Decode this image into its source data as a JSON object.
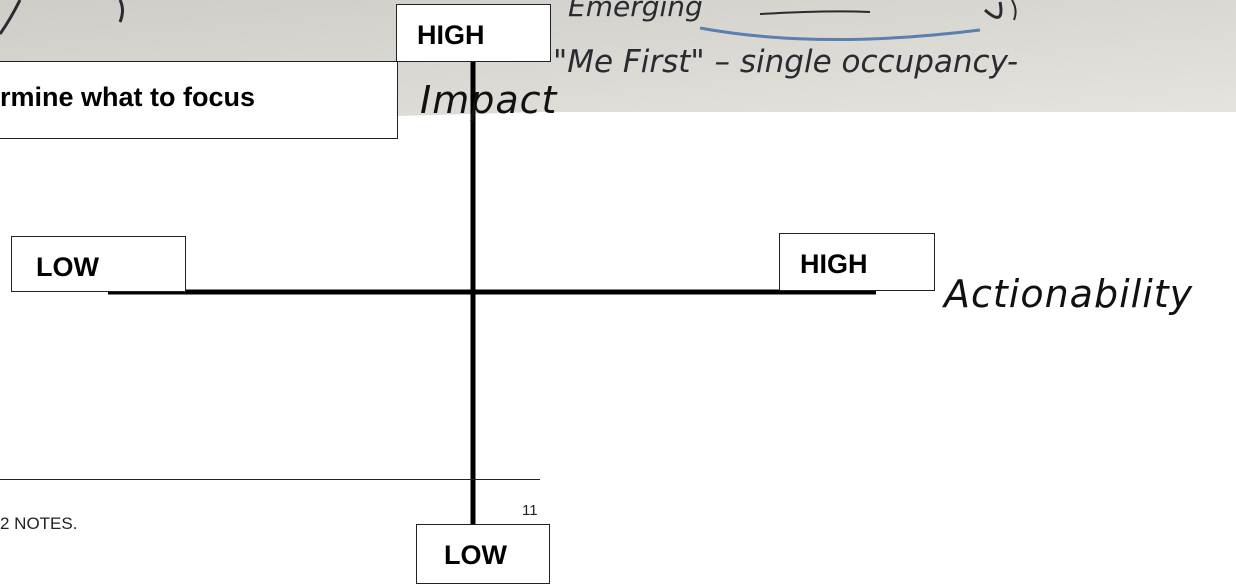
{
  "photo": {
    "handwriting": {
      "line1": "Emerging",
      "line2": "\"Me First\" – single occupancy-"
    }
  },
  "labels": {
    "impact_high": "HIGH",
    "impact_low": "LOW",
    "actionability_low": "LOW",
    "actionability_high": "HIGH",
    "focus_text": "ermine what to focus"
  },
  "axes": {
    "vertical_axis_label": "Impact",
    "horizontal_axis_label": "Actionability"
  },
  "footer": {
    "notes": "2 NOTES.",
    "page_number": "11"
  },
  "colors": {
    "axis_line": "#000000",
    "photo_paper": "#d4d2cc",
    "ink": "#2a2a30",
    "blue_marker": "#5a7fb0"
  }
}
